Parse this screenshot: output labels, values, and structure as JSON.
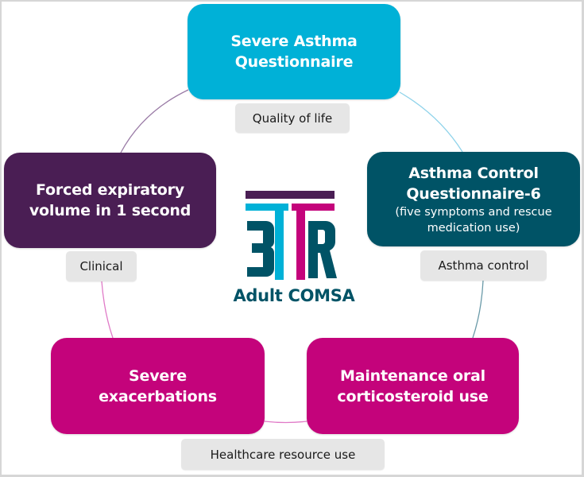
{
  "diagram": {
    "title": "3TR Adult COMSA",
    "logo": {
      "mark": "3TR",
      "caption": "Adult COMSA",
      "colors": {
        "bar": "#4a1e54",
        "t1": "#00b1d7",
        "t2": "#c4037b",
        "letters": "#005366"
      }
    },
    "outcomes": [
      {
        "id": "saq",
        "title": "Severe Asthma Questionnaire",
        "title_lines": [
          "Severe Asthma",
          "Questionnaire"
        ],
        "subtitle_lines": [],
        "domain": "Quality of life",
        "color": "#00b1d7"
      },
      {
        "id": "acq",
        "title": "Asthma Control Questionnaire-6",
        "title_lines": [
          "Asthma Control",
          "Questionnaire-6"
        ],
        "subtitle_lines": [
          "(five symptoms and rescue",
          "medication use)"
        ],
        "domain": "Asthma control",
        "color": "#005366"
      },
      {
        "id": "ocs",
        "title": "Maintenance oral corticosteroid use",
        "title_lines": [
          "Maintenance oral",
          "corticosteroid use"
        ],
        "subtitle_lines": [],
        "domain": "Healthcare resource use",
        "color": "#c4037b"
      },
      {
        "id": "exa",
        "title": "Severe exacerbations",
        "title_lines": [
          "Severe",
          "exacerbations"
        ],
        "subtitle_lines": [],
        "domain": "Healthcare resource use",
        "color": "#c4037b"
      },
      {
        "id": "fev",
        "title": "Forced expiratory volume in 1 second",
        "title_lines": [
          "Forced expiratory",
          "volume in 1 second"
        ],
        "subtitle_lines": [],
        "domain": "Clinical",
        "color": "#4a1e54"
      }
    ],
    "domain_labels": {
      "quality_of_life": "Quality of life",
      "asthma_control": "Asthma control",
      "clinical": "Clinical",
      "healthcare_resource_use": "Healthcare resource use"
    },
    "label_background": "#e6e6e6"
  }
}
